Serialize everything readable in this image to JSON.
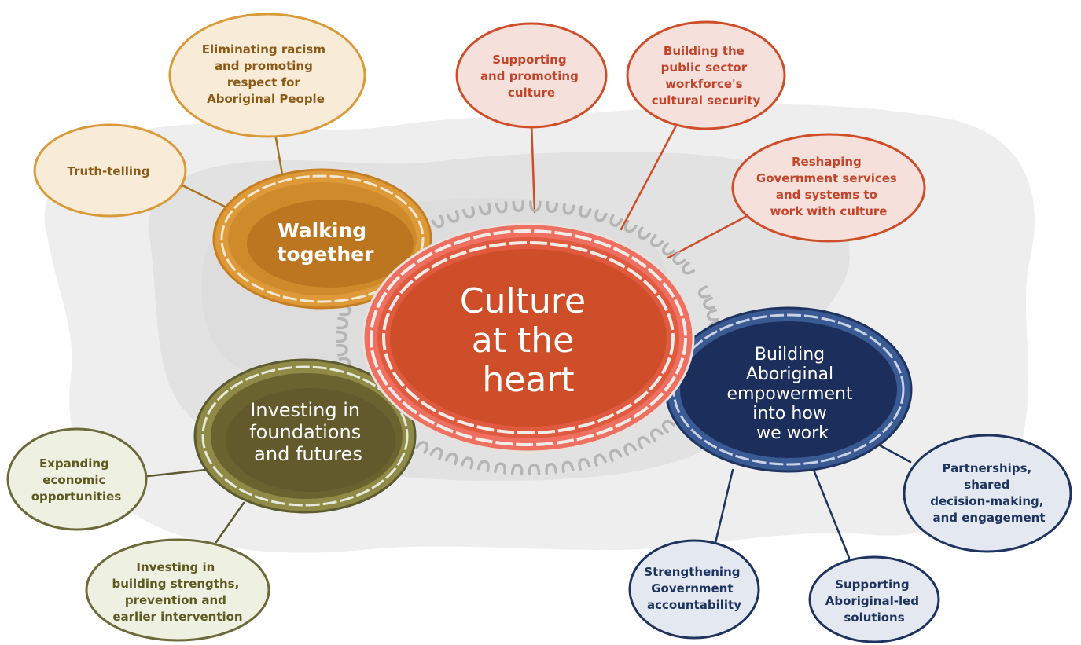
{
  "colors": {
    "background": "#ffffff",
    "blob_outer": "#eeeeee",
    "blob_inner": "#e2e2e2",
    "center_fill": "#cf4e2a",
    "center_ring": "#ef7060",
    "center_text": "#ffffff",
    "orange_fill": "#cf8a2c",
    "orange_inner": "#bd7620",
    "orange_ring": "#de9a38",
    "orange_bubble_fill": "#f8ecd8",
    "orange_bubble_stroke": "#d99a3a",
    "orange_text": "#8a5a16",
    "red_bubble_fill": "#f5e0dc",
    "red_bubble_stroke": "#cf4e2a",
    "red_text": "#c2452a",
    "olive_fill": "#6a6330",
    "olive_inner": "#625a2c",
    "olive_ring": "#8f8a46",
    "olive_bubble_fill": "#eef0e2",
    "olive_bubble_stroke": "#6a6a3a",
    "olive_text": "#5c5a20",
    "navy_fill": "#1c2f5c",
    "navy_ring": "#3a5a94",
    "navy_bubble_fill": "#e4e8f0",
    "navy_bubble_stroke": "#1f335f",
    "navy_text": "#1f335f",
    "squiggle": "#b5b5b5",
    "white_text": "#ffffff"
  },
  "center": {
    "lines": [
      "Culture",
      "at the",
      "heart"
    ]
  },
  "themes": {
    "walking": {
      "lines": [
        "Walking",
        "together"
      ]
    },
    "investing": {
      "lines": [
        "Investing in",
        "foundations",
        "and futures"
      ]
    },
    "empowerment": {
      "lines": [
        "Building",
        "Aboriginal",
        "empowerment",
        "into how",
        "we work"
      ]
    }
  },
  "bubbles": {
    "racism": {
      "lines": [
        "Eliminating racism",
        "and promoting",
        "respect for",
        "Aboriginal People"
      ]
    },
    "truth": {
      "lines": [
        "Truth-telling"
      ]
    },
    "culture": {
      "lines": [
        "Supporting",
        "and promoting",
        "culture"
      ]
    },
    "workforce": {
      "lines": [
        "Building the",
        "public sector",
        "workforce's",
        "cultural security"
      ]
    },
    "reshaping": {
      "lines": [
        "Reshaping",
        "Government services",
        "and systems to",
        "work with culture"
      ]
    },
    "economic": {
      "lines": [
        "Expanding",
        "economic",
        "opportunities"
      ]
    },
    "strengths": {
      "lines": [
        "Investing in",
        "building strengths,",
        "prevention and",
        "earlier intervention"
      ]
    },
    "partnerships": {
      "lines": [
        "Partnerships,",
        "shared",
        "decision-making,",
        "and engagement"
      ]
    },
    "accountability": {
      "lines": [
        "Strengthening",
        "Government",
        "accountability"
      ]
    },
    "aboriginal_led": {
      "lines": [
        "Supporting",
        "Aboriginal-led",
        "solutions"
      ]
    }
  }
}
